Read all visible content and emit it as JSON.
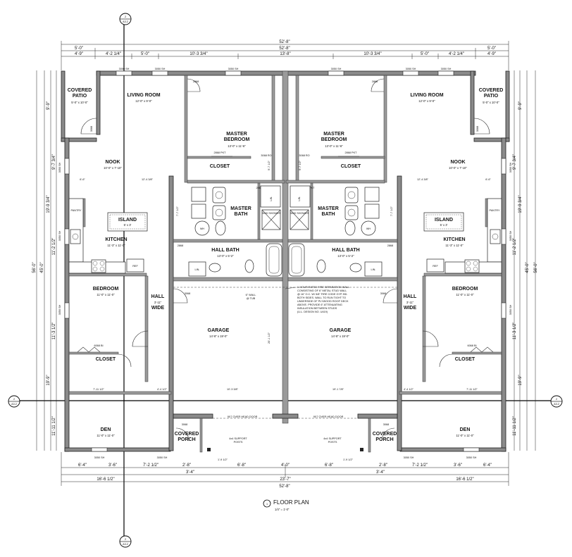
{
  "plan_title": "FLOOR PLAN",
  "plan_scale": "1/4\" = 1'-0\"",
  "plan_marker": "1",
  "section_ref": {
    "num": "2",
    "sheet": "A3.2"
  },
  "overall_dims": {
    "total": "52'-8\"",
    "halves": "23'-7\""
  },
  "top_dims": [
    "5'-0\"",
    "5'-0\"",
    "4'-9\"",
    "4'-2 1/4\"",
    "5'-0\"",
    "10'-3 3/4\"",
    "13'-8\"",
    "10'-3 3/4\"",
    "5'-0\"",
    "4'-2 1/4\"",
    "4'-9\""
  ],
  "bottom_dims": [
    "6'-4\"",
    "3'-6\"",
    "7'-2 1/2\"",
    "2'-8\"",
    "3'-4\"",
    "6'-8\"",
    "4'-0\"",
    "6'-8\"",
    "2'-8\"",
    "3'-4\"",
    "7'-2 1/2\"",
    "3'-6\"",
    "6'-4\"",
    "16'-6 1/2\"",
    "1'-9 1/2\""
  ],
  "left_dims": [
    "9'-9\"",
    "19'-9 3/4\"",
    "9'-7 3/4\"",
    "11'-2 1/2\"",
    "11'-3 1/2\"",
    "19'-9\"",
    "11'-11 1/2\"",
    "56'-0\"",
    "45'-0\""
  ],
  "windows": [
    "3050 SH",
    "3050 SH",
    "3050 SH",
    "3050 SH",
    "3050 SH",
    "3050 SH"
  ],
  "doors": [
    "2868",
    "3068",
    "3068",
    "6068 BI",
    "2868 PKT",
    "3068 RO",
    "2868",
    "3040 SHOWER",
    "6068",
    "2868 PKT"
  ],
  "rooms": {
    "covered_patio": "COVERED\nPATIO",
    "covered_patio_dim": "5'-0\" x 10'-0\"",
    "living_room": "LIVING ROOM",
    "living_room_dim": "12'-0\" x 9'-0\"",
    "master_bedroom": "MASTER\nBEDROOM",
    "master_bedroom_dim": "13'-0\" x 11'-6\"",
    "closet": "CLOSET",
    "nook": "NOOK",
    "nook_dim": "10'-0\" x 7'-10\"",
    "master_bath": "MASTER\nBATH",
    "island": "ISLAND",
    "island_dim": "5' x 3'",
    "kitchen": "KITCHEN",
    "kitchen_dim": "11'-3\" x 11'-0\"",
    "hall_bath": "HALL BATH",
    "hall_bath_dim": "13'-0\" x 5'-2\"",
    "bedroom": "BEDROOM",
    "bedroom_dim": "11'-0\" x 11'-0\"",
    "hall": "HALL",
    "hall_dim": "3'-11\"",
    "hall_wide": "WIDE",
    "garage": "GARAGE",
    "garage_dim": "14'-8\" x 19'-0\"",
    "den": "DEN",
    "den_dim": "11'-0\" x 11'-0\"",
    "covered_porch": "COVERED\nPORCH",
    "pantry": "PANTRY",
    "ref": "REF",
    "lin": "LIN.",
    "wh": "WH",
    "shower": "SHOWER"
  },
  "notes": {
    "wall_tub": "6\" WALL\n@ TUB",
    "overhead_door": "9X7 OVER HEAD DOOR",
    "support_posts": "4x4 SUPPORT\nPOSTS",
    "fire_separation": "1-HOUR RATED FIRE SEPARATION WALL\nCONSISTING OF 6\" METAL STUD WALL\n@ 16\" O.C. W/ 5/8\" FIRE CODE GYP. BD.\nBOTH SIDES. WALL TO RUN TIGHT TO\nUNDERSIDE OF PLYWOOD ROOF DECK\nABOVE. PROVIDE 6\" ATTENUATING\nINSULATION BETWEEN STUDS\n(U.L. DESIGN NO. U419)"
  },
  "misc_dims": [
    "12'-4 3/8\"",
    "6'-6\"",
    "4'-4 1/2\"",
    "7'-11 1/2\"",
    "10'-3 3/8\"",
    "19'-1 7/8\"",
    "20'-1 1/2\"",
    "9'-7 1/2\"",
    "7'-7 1/2\"",
    "5'-5\"",
    "1'-9 1/2\""
  ]
}
